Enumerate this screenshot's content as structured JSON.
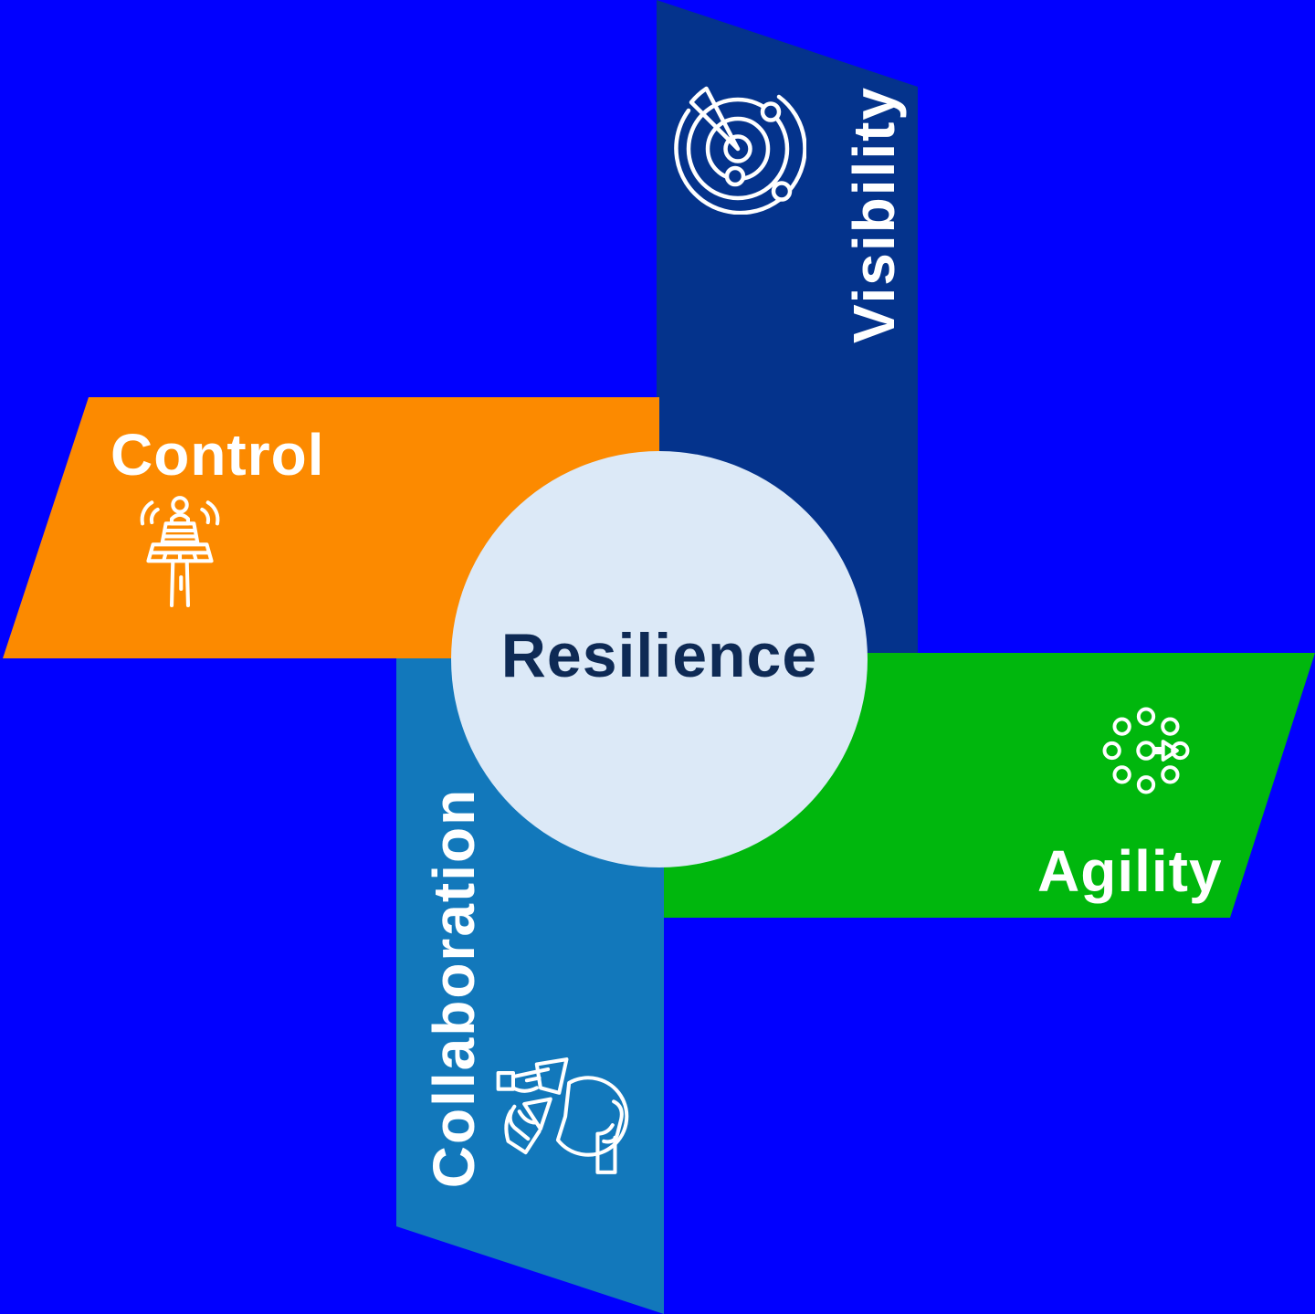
{
  "diagram": {
    "type": "pinwheel-diagram",
    "title": "Resilience",
    "background_color": "#0100ff",
    "center": {
      "label": "Resilience",
      "circle_color": "#dce9f7",
      "text_color": "#0e2a55"
    },
    "arms": {
      "visibility": {
        "label": "Visibility",
        "color": "#04338c",
        "icon": "radar-icon",
        "position": "top",
        "text_orientation": "vertical"
      },
      "control": {
        "label": "Control",
        "color": "#fc8a00",
        "icon": "control-tower-icon",
        "position": "left",
        "text_orientation": "horizontal"
      },
      "agility": {
        "label": "Agility",
        "color": "#00b70d",
        "icon": "circular-flow-arrow-icon",
        "position": "right",
        "text_orientation": "horizontal"
      },
      "collaboration": {
        "label": "Collaboration",
        "color": "#1278bb",
        "icon": "hands-sharing-globe-icon",
        "position": "bottom",
        "text_orientation": "vertical"
      }
    }
  }
}
